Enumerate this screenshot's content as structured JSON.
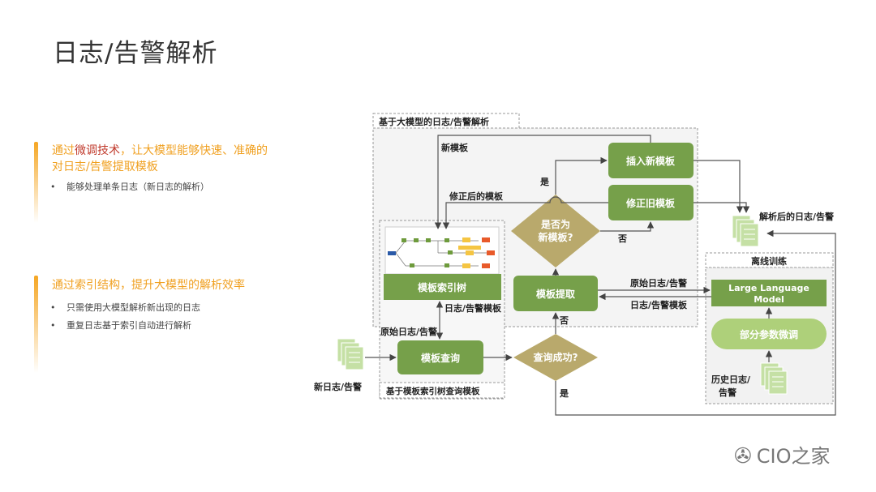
{
  "page": {
    "title": "日志/告警解析"
  },
  "points": [
    {
      "head_pre": "通过",
      "head_em": "微调技术",
      "head_post": "，让大模型能够快速、准确的",
      "head_line2": "对日志/告警提取模板",
      "bullets": [
        "能够处理单条日志（新日志的解析）"
      ]
    },
    {
      "head_line1": "通过索引结构，提升大模型的解析效率",
      "bullets": [
        "只需使用大模型解析新出现的日志",
        "重复日志基于索引自动进行解析"
      ]
    }
  ],
  "diagram": {
    "outer_label": "基于大模型的日志/告警解析",
    "index_label": "基于模板索引树查询模板",
    "offline_label": "离线训练",
    "nodes": {
      "insert": "插入新模板",
      "fix": "修正旧模板",
      "is_new_1": "是否为",
      "is_new_2": "新模板?",
      "index_tree": "模板索引树",
      "extract": "模板提取",
      "query": "模板查询",
      "success": "查询成功?",
      "llm_1": "Large Language",
      "llm_2": "Model",
      "finetune": "部分参数微调"
    },
    "labels": {
      "new_tpl": "新模板",
      "fixed_tpl": "修正后的模板",
      "yes_top": "是",
      "no_mid": "否",
      "raw_log": "原始日志/告警",
      "log_tpl": "日志/告警模板",
      "raw_log_left": "原始日志/告警",
      "tpl_left": "日志/告警模板",
      "no_bottom": "否",
      "yes_bottom": "是",
      "new_logs": "新日志/告警",
      "parsed": "解析后的日志/告警",
      "hist_1": "历史日志/",
      "hist_2": "告警"
    }
  },
  "watermark": {
    "text": "CIO之家",
    "icon": "wechat-icon"
  },
  "colors": {
    "accent": "#f5a623",
    "box_dark": "#76a04a",
    "box_light": "#aed07a",
    "doc": "#c5e0a5"
  }
}
